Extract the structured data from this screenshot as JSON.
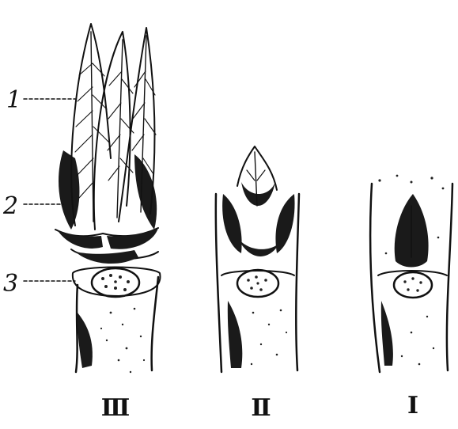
{
  "figure": {
    "callout_labels": [
      {
        "number": "1"
      },
      {
        "number": "2"
      },
      {
        "number": "3"
      }
    ],
    "panels": [
      {
        "id": "I",
        "label": "Ⅲ"
      },
      {
        "id": "II",
        "label": "Ⅱ"
      },
      {
        "id": "III",
        "label": "Ⅰ"
      }
    ]
  }
}
